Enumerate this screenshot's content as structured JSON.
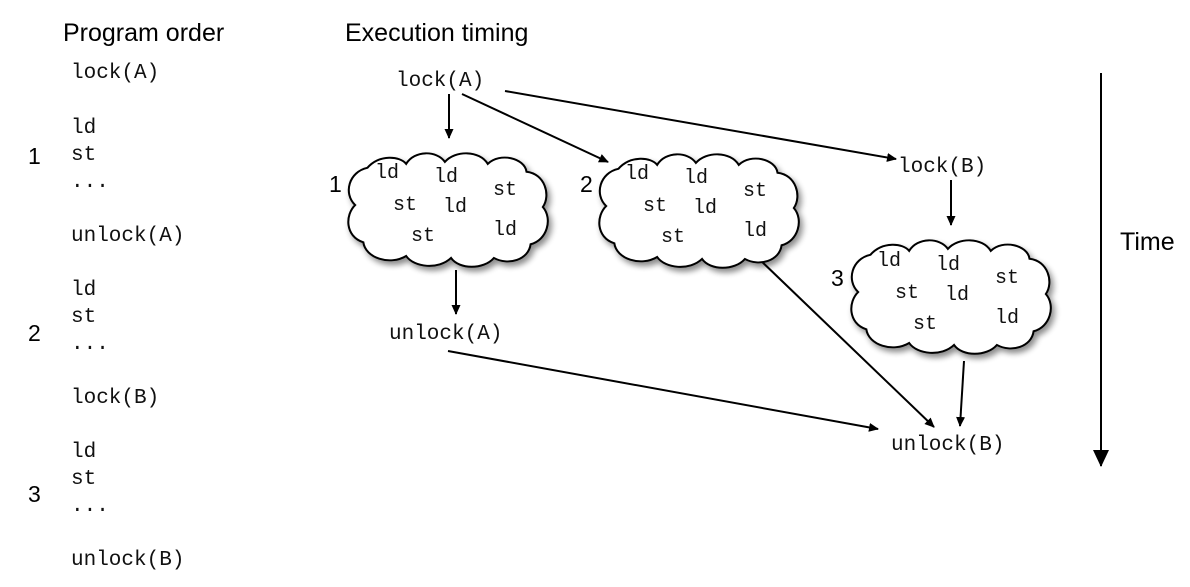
{
  "program": {
    "title": "Program order",
    "lines": [
      "lock(A)",
      "ld",
      "st",
      "...",
      "unlock(A)",
      "ld",
      "st",
      "...",
      "lock(B)",
      "ld",
      "st",
      "...",
      "unlock(B)"
    ],
    "section_numbers": [
      "1",
      "2",
      "3"
    ]
  },
  "execution": {
    "title": "Execution timing",
    "nodes": {
      "lock_a": "lock(A)",
      "lock_b": "lock(B)",
      "unlock_a": "unlock(A)",
      "unlock_b": "unlock(B)"
    },
    "clouds": [
      {
        "label": "1",
        "words": [
          "ld",
          "ld",
          "st",
          "st",
          "ld",
          "st",
          "ld"
        ]
      },
      {
        "label": "2",
        "words": [
          "ld",
          "ld",
          "st",
          "st",
          "ld",
          "st",
          "ld"
        ]
      },
      {
        "label": "3",
        "words": [
          "ld",
          "ld",
          "st",
          "st",
          "ld",
          "st",
          "ld"
        ]
      }
    ],
    "time_label": "Time"
  }
}
